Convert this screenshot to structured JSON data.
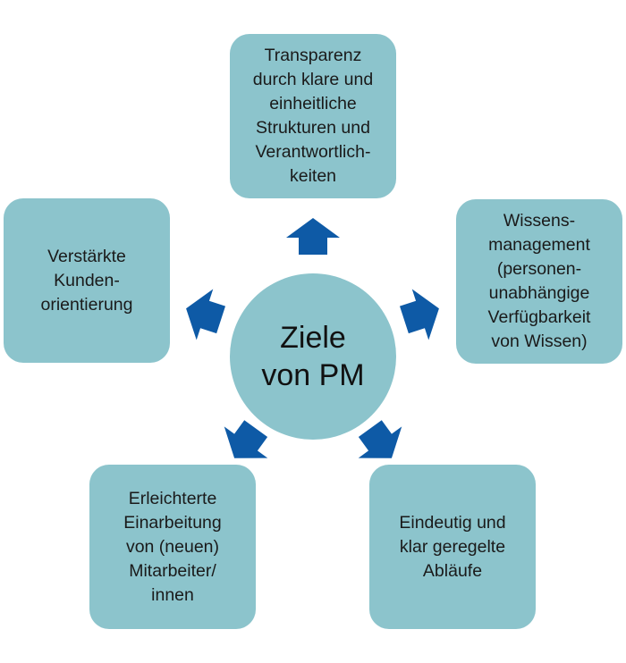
{
  "center": {
    "label": "Ziele\nvon PM"
  },
  "goals": {
    "top": "Transparenz\ndurch klare und\neinheitliche\nStrukturen und\nVerantwortlich-\nkeiten",
    "right": "Wissens-\nmanagement\n(personen-\nunabhängige\nVerfügbarkeit\nvon Wissen)",
    "left": "Verstärkte\nKunden-\norientierung",
    "bottom_left": "Erleichterte\nEinarbeitung\nvon (neuen)\nMitarbeiter/\ninnen",
    "bottom_right": "Eindeutig und\nklar geregelte\nAbläufe"
  },
  "colors": {
    "box_fill": "#8cc4cc",
    "arrow_fill": "#0e5aa6"
  }
}
